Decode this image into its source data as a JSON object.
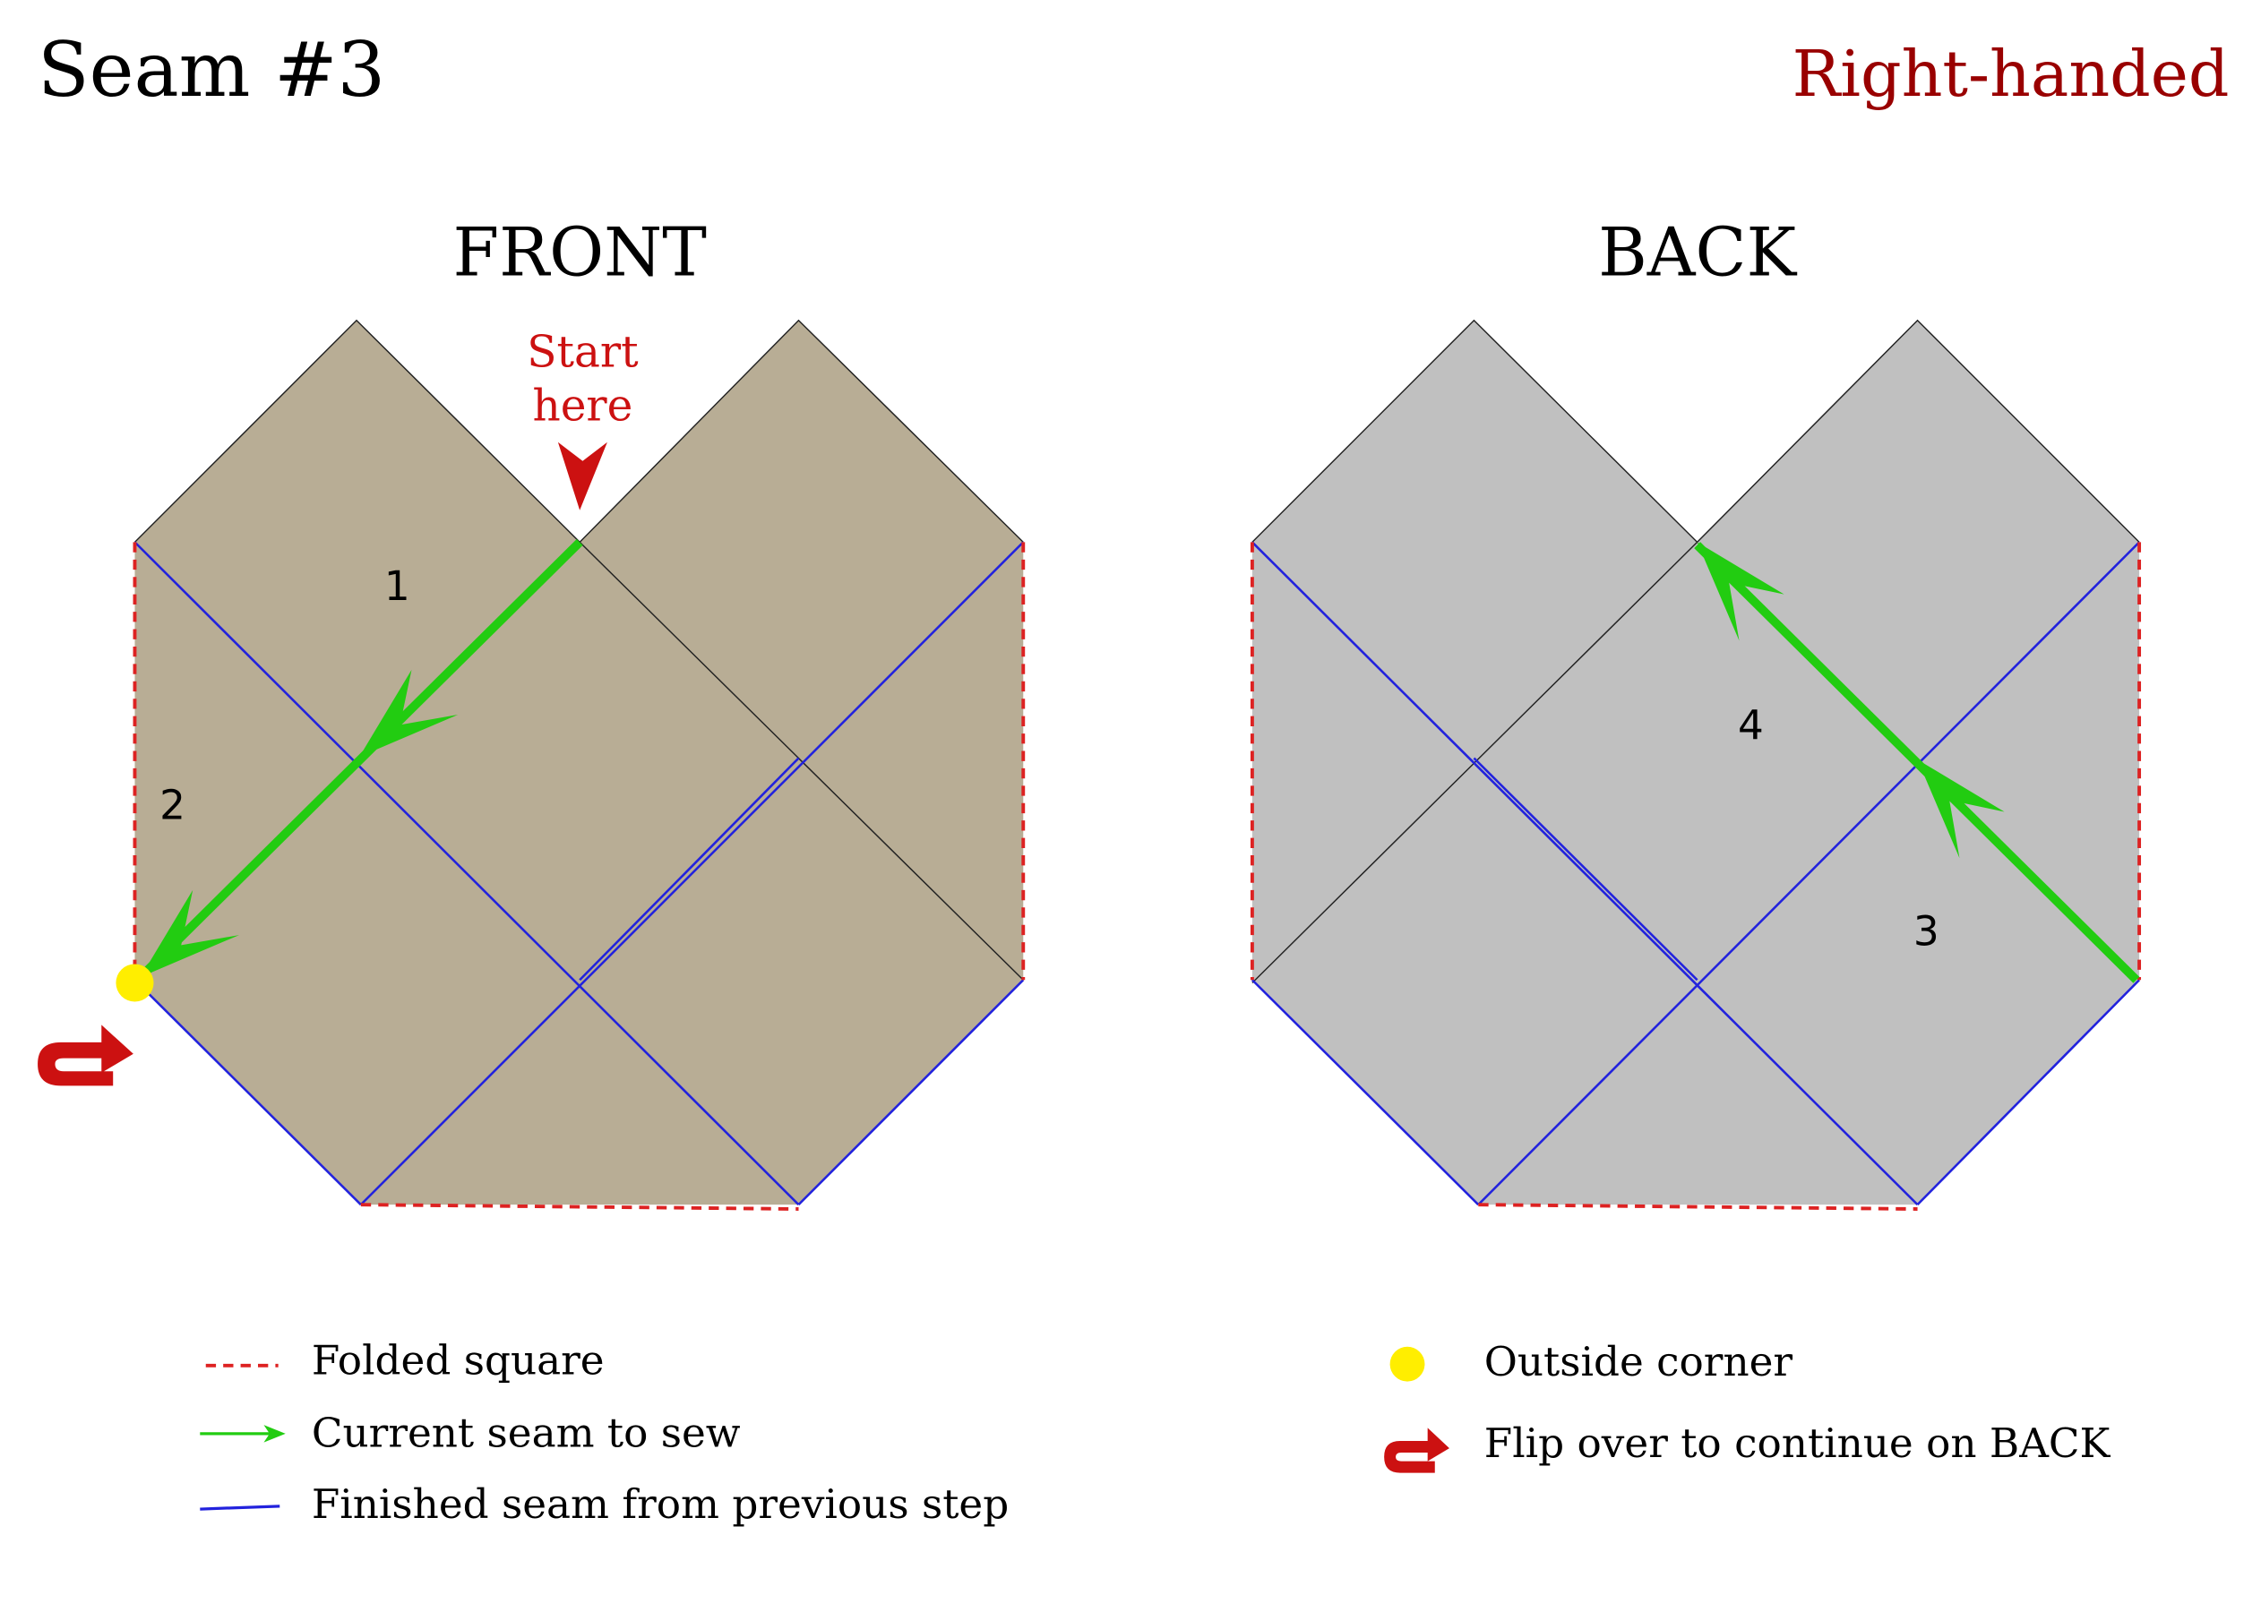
{
  "header": {
    "title": "Seam #3",
    "mode": "Right-handed"
  },
  "panels": {
    "front": {
      "label": "FRONT"
    },
    "back": {
      "label": "BACK"
    }
  },
  "annotations": {
    "start_line1": "Start",
    "start_line2": "here"
  },
  "steps": {
    "s1": "1",
    "s2": "2",
    "s3": "3",
    "s4": "4"
  },
  "legend": {
    "folded": "Folded square",
    "current": "Current seam to sew",
    "finished": "Finished seam from previous step",
    "outside": "Outside corner",
    "flip": "Flip over to continue on BACK"
  },
  "colors": {
    "front_fill": "#b8ad95",
    "back_fill": "#c0c0c0",
    "folded": "#dd2222",
    "current": "#22cc11",
    "finished": "#2222dd",
    "corner": "#ffee00",
    "accent": "#990000",
    "flip": "#cc1111"
  },
  "icons": [
    "start-arrow-icon",
    "outside-corner-icon",
    "flip-arrow-icon"
  ]
}
